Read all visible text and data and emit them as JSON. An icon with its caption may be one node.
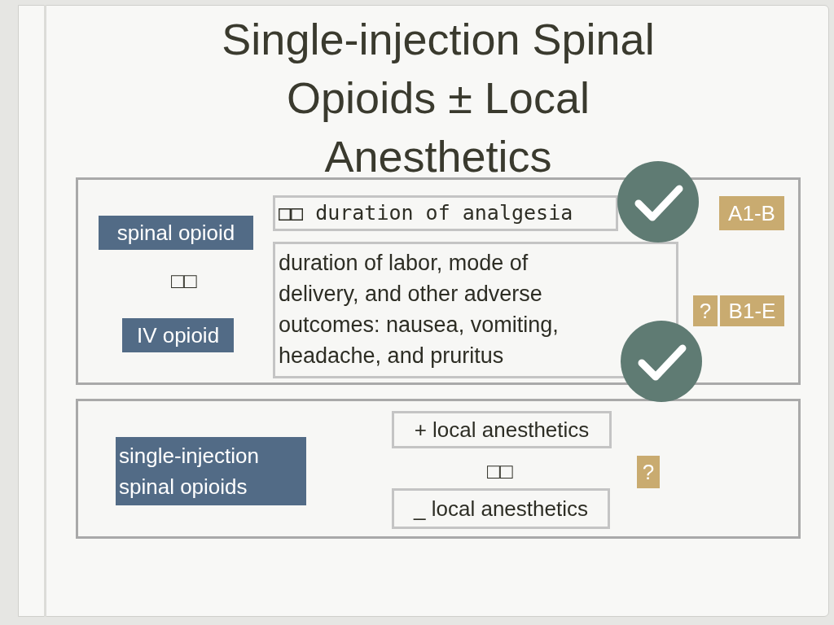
{
  "diagram": {
    "title": "Single-injection Spinal Opioids ± Local Anesthetics",
    "nodes": [
      {
        "text": [],
        "shape": "box"
      },
      {
        "text": [
          "□□ duration of analgesia"
        ],
        "in": 0
      },
      {
        "text": [
          "A1-B"
        ],
        "in": 0
      },
      {
        "text": [
          "spinal opioid"
        ],
        "in": 0
      },
      {
        "text": [
          "duration of labor, mode of delivery, and other adverse outcomes: nausea, vomiting, headache, and pruritus"
        ],
        "in": 0
      },
      {
        "text": [
          "?"
        ],
        "in": 0
      },
      {
        "text": [
          "B1-E"
        ],
        "in": 0
      },
      {
        "text": [
          "IV opioid"
        ],
        "in": 0
      },
      {
        "text": [],
        "shape": "box"
      },
      {
        "text": [
          "+ local anesthetics"
        ],
        "in": 8
      },
      {
        "text": [
          "single-injection spinal opioids"
        ],
        "in": 8
      },
      {
        "text": [
          "?"
        ],
        "in": 8
      },
      {
        "text": [
          "_ local anesthetics"
        ],
        "in": 8
      }
    ],
    "labels": [
      "□□",
      "□□"
    ]
  }
}
